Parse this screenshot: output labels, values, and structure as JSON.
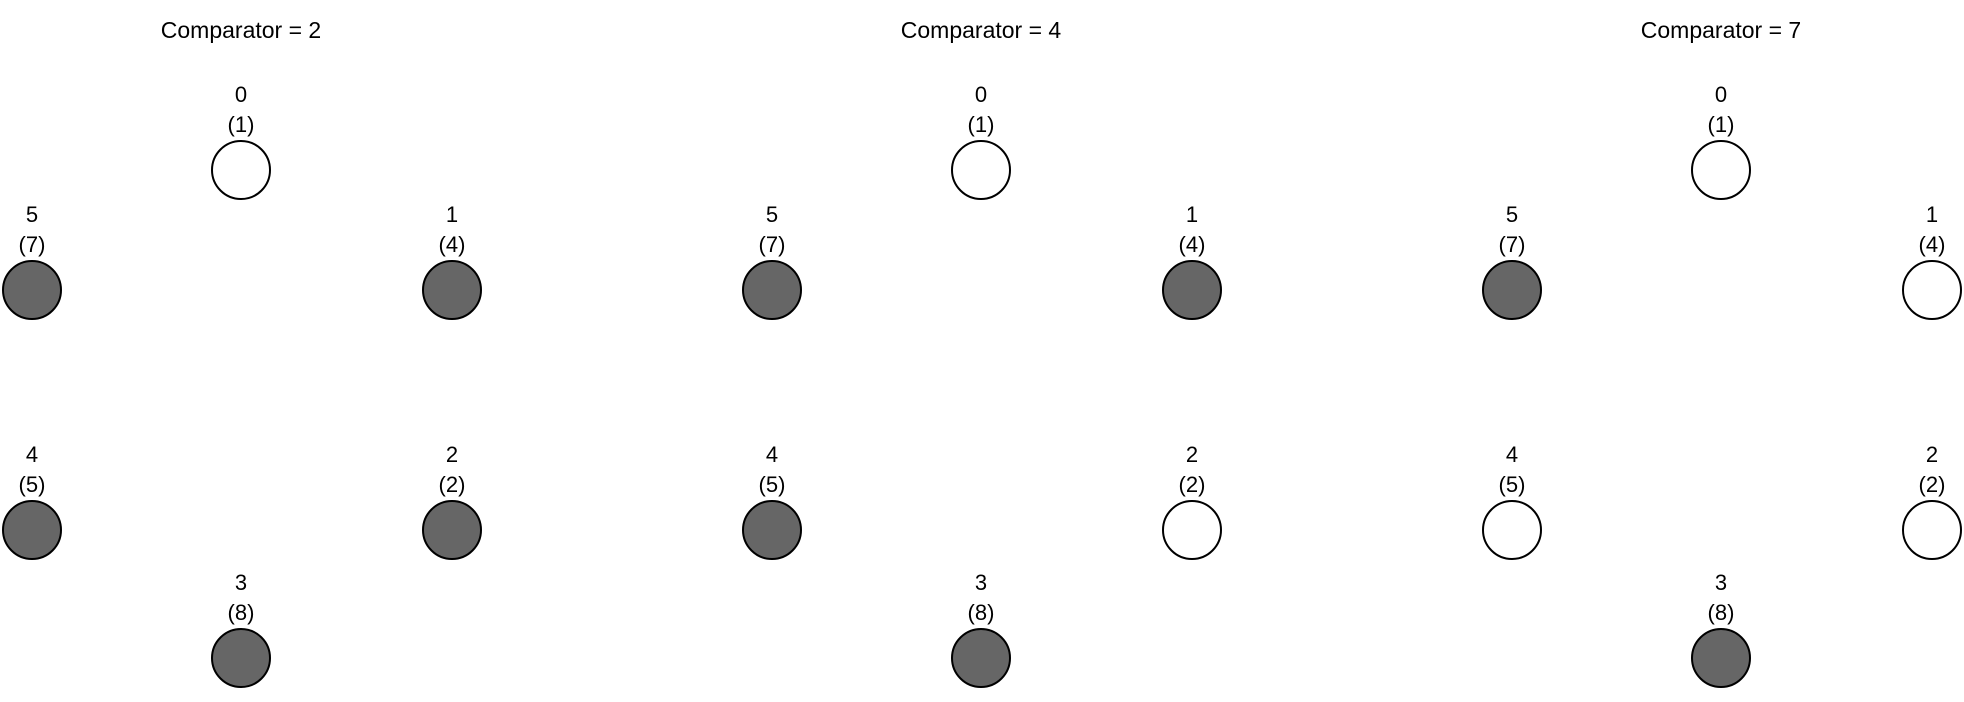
{
  "colors": {
    "active_fill": "#666666",
    "inactive_fill": "#ffffff",
    "stroke": "#000000"
  },
  "panels": [
    {
      "title": "Comparator = 2",
      "nodes": [
        {
          "id": "0",
          "value": "(1)",
          "active": false
        },
        {
          "id": "1",
          "value": "(4)",
          "active": true
        },
        {
          "id": "2",
          "value": "(2)",
          "active": true
        },
        {
          "id": "3",
          "value": "(8)",
          "active": true
        },
        {
          "id": "4",
          "value": "(5)",
          "active": true
        },
        {
          "id": "5",
          "value": "(7)",
          "active": true
        }
      ]
    },
    {
      "title": "Comparator = 4",
      "nodes": [
        {
          "id": "0",
          "value": "(1)",
          "active": false
        },
        {
          "id": "1",
          "value": "(4)",
          "active": true
        },
        {
          "id": "2",
          "value": "(2)",
          "active": false
        },
        {
          "id": "3",
          "value": "(8)",
          "active": true
        },
        {
          "id": "4",
          "value": "(5)",
          "active": true
        },
        {
          "id": "5",
          "value": "(7)",
          "active": true
        }
      ]
    },
    {
      "title": "Comparator = 7",
      "nodes": [
        {
          "id": "0",
          "value": "(1)",
          "active": false
        },
        {
          "id": "1",
          "value": "(4)",
          "active": false
        },
        {
          "id": "2",
          "value": "(2)",
          "active": false
        },
        {
          "id": "3",
          "value": "(8)",
          "active": true
        },
        {
          "id": "4",
          "value": "(5)",
          "active": false
        },
        {
          "id": "5",
          "value": "(7)",
          "active": true
        }
      ]
    }
  ]
}
